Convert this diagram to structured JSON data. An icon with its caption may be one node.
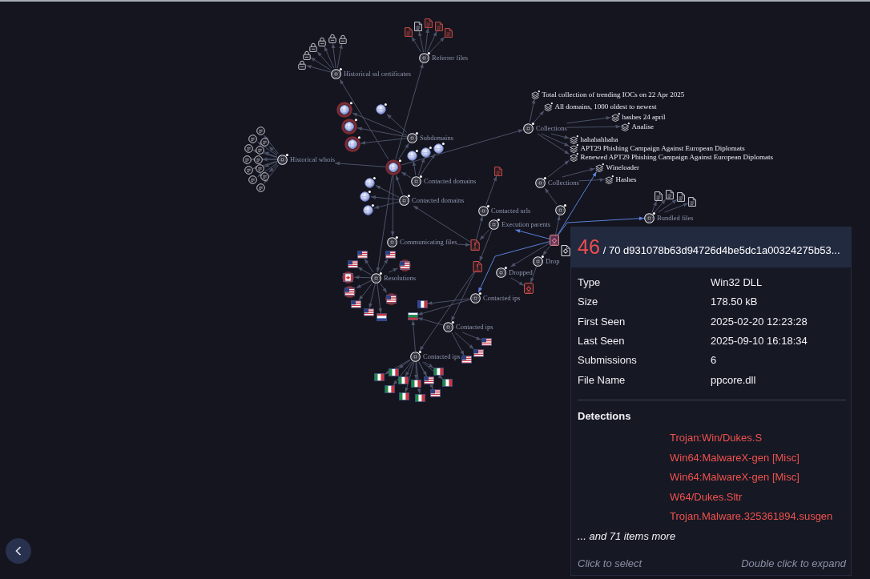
{
  "diagram": {
    "nodes": [
      {
        "text": [
          "Referrer files"
        ]
      },
      {
        "text": [],
        "shape": "picture"
      },
      {
        "text": [],
        "shape": "picture"
      },
      {
        "text": [],
        "shape": "picture"
      },
      {
        "text": [],
        "shape": "picture"
      },
      {
        "text": [],
        "shape": "picture"
      },
      {
        "text": [
          "Historical ssl certificates"
        ]
      },
      {
        "text": [],
        "shape": "picture"
      },
      {
        "text": [],
        "shape": "picture"
      },
      {
        "text": [],
        "shape": "picture"
      },
      {
        "text": [],
        "shape": "picture"
      },
      {
        "text": [],
        "shape": "picture"
      },
      {
        "text": [],
        "shape": "picture"
      },
      {
        "text": [
          "Subdomains"
        ]
      },
      {
        "text": [],
        "shape": "picture"
      },
      {
        "text": [],
        "shape": "picture"
      },
      {
        "text": [],
        "shape": "picture"
      },
      {
        "text": [],
        "shape": "picture"
      },
      {
        "text": [
          "Historical whois"
        ]
      },
      {
        "text": [],
        "shape": "picture"
      },
      {
        "text": [],
        "shape": "picture"
      },
      {
        "text": [],
        "shape": "picture"
      },
      {
        "text": [],
        "shape": "picture"
      },
      {
        "text": [],
        "shape": "picture"
      },
      {
        "text": [],
        "shape": "picture"
      },
      {
        "text": [],
        "shape": "picture"
      },
      {
        "text": [],
        "shape": "picture"
      },
      {
        "text": [],
        "shape": "picture"
      },
      {
        "text": [],
        "shape": "picture"
      },
      {
        "text": [],
        "shape": "picture"
      },
      {
        "text": [],
        "shape": "picture"
      },
      {
        "text": [],
        "shape": "picture"
      },
      {
        "text": [
          "Contacted domains"
        ]
      },
      {
        "text": [],
        "shape": "picture"
      },
      {
        "text": [],
        "shape": "picture"
      },
      {
        "text": [],
        "shape": "picture"
      },
      {
        "text": [
          "Contacted domains"
        ]
      },
      {
        "text": [],
        "shape": "picture"
      },
      {
        "text": [],
        "shape": "picture"
      },
      {
        "text": [],
        "shape": "picture"
      },
      {
        "text": [
          "Contacted urls"
        ]
      },
      {
        "text": [],
        "shape": "picture"
      },
      {
        "text": [
          "Communicating files"
        ]
      },
      {
        "text": [
          "Collections"
        ]
      },
      {
        "text": [
          "Total collection of trending IOCs on 22 Apr 2025"
        ]
      },
      {
        "text": [
          "All domains, 1000 oldest to newest"
        ]
      },
      {
        "text": [
          "hashes 24 april"
        ]
      },
      {
        "text": [
          "Analise"
        ]
      },
      {
        "text": [
          "hahahahhaha"
        ]
      },
      {
        "text": [
          "APT29 Phishing Campaign Against European Diplomats"
        ]
      },
      {
        "text": [
          "Renewed APT29 Phishing Campaign Against European Diplomats"
        ]
      },
      {
        "text": [
          "Wineloader"
        ]
      },
      {
        "text": [
          "Hashes"
        ]
      },
      {
        "text": [
          "Collections"
        ]
      },
      {
        "text": [
          "Bundled files"
        ]
      },
      {
        "text": [],
        "shape": "picture"
      },
      {
        "text": [],
        "shape": "picture"
      },
      {
        "text": [],
        "shape": "picture"
      },
      {
        "text": [],
        "shape": "picture"
      },
      {
        "text": [],
        "shape": "picture"
      },
      {
        "text": [],
        "shape": "picture"
      },
      {
        "text": [
          "Execution parents"
        ]
      },
      {
        "text": [],
        "shape": "circle"
      },
      {
        "text": [],
        "shape": "picture"
      },
      {
        "text": [],
        "shape": "picture"
      },
      {
        "text": [
          "Dropped"
        ]
      },
      {
        "text": [
          "Drop"
        ]
      },
      {
        "text": [],
        "shape": "picture"
      },
      {
        "text": [
          "Resolutions"
        ]
      },
      {
        "text": [],
        "shape": "picture"
      },
      {
        "text": [],
        "shape": "picture"
      },
      {
        "text": [],
        "shape": "picture"
      },
      {
        "text": [],
        "shape": "picture"
      },
      {
        "text": [],
        "shape": "picture"
      },
      {
        "text": [],
        "shape": "picture"
      },
      {
        "text": [],
        "shape": "picture"
      },
      {
        "text": [],
        "shape": "picture"
      },
      {
        "text": [],
        "shape": "picture"
      },
      {
        "text": [],
        "shape": "picture"
      },
      {
        "text": [
          "Contacted ips"
        ]
      },
      {
        "text": [],
        "shape": "picture"
      },
      {
        "text": [],
        "shape": "picture"
      },
      {
        "text": [
          "Contacted ips"
        ]
      },
      {
        "text": [],
        "shape": "picture"
      },
      {
        "text": [],
        "shape": "picture"
      },
      {
        "text": [],
        "shape": "picture"
      },
      {
        "text": [
          "Contacted ips"
        ]
      },
      {
        "text": [],
        "shape": "picture"
      },
      {
        "text": [],
        "shape": "picture"
      },
      {
        "text": [],
        "shape": "picture"
      },
      {
        "text": [],
        "shape": "picture"
      },
      {
        "text": [],
        "shape": "picture"
      },
      {
        "text": [],
        "shape": "picture"
      },
      {
        "text": [],
        "shape": "picture"
      },
      {
        "text": [],
        "shape": "picture"
      },
      {
        "text": [],
        "shape": "picture"
      },
      {
        "text": [],
        "shape": "picture"
      },
      {
        "text": [],
        "shape": "picture"
      },
      {
        "text": [
          "Type",
          "Win32 DLL",
          "Size",
          "178.50 kB",
          "First Seen",
          "2025-02-20 12:23:28",
          "Last Seen",
          "2025-09-10 16:18:34",
          "Submissions",
          "6",
          "File Name",
          "ppcore.dll",
          "Detections",
          "Trojan:Win/Dukes.S",
          "Win64:MalwareX-gen [Misc]",
          "Win64:MalwareX-gen [Misc]",
          "W64/Dukes.Sltr",
          "Trojan.Malware.325361894.susgen",
          "... and 71 items more",
          "Click to select",
          "Double click to expand"
        ]
      },
      {
        "text": [
          "46",
          "/ 70 d931078b63d94726d4be5dc1a00324275b53..."
        ],
        "in": 98
      }
    ],
    "edges": [
      {
        "from": 0,
        "to": 1,
        "arrow": "to"
      },
      {
        "from": 0,
        "to": 2,
        "arrow": "to"
      },
      {
        "from": 0,
        "to": 3,
        "arrow": "to"
      },
      {
        "from": 0,
        "to": 4,
        "arrow": "to"
      },
      {
        "from": 0,
        "to": 5,
        "arrow": "to"
      },
      {
        "from": 6,
        "to": 7,
        "arrow": "to"
      },
      {
        "from": 6,
        "to": 8,
        "arrow": "to"
      },
      {
        "from": 6,
        "to": 9,
        "arrow": "to"
      },
      {
        "from": 6,
        "to": 10,
        "arrow": "to"
      },
      {
        "from": 6,
        "to": 11,
        "arrow": "to"
      },
      {
        "from": 6,
        "to": 12,
        "arrow": "to"
      },
      {
        "from": 13,
        "to": 14,
        "arrow": "to"
      },
      {
        "from": 13,
        "to": 15,
        "arrow": "to"
      },
      {
        "from": 13,
        "to": 16,
        "arrow": "to"
      },
      {
        "from": 13,
        "to": 17,
        "arrow": "to"
      },
      {
        "from": 18,
        "to": 19,
        "arrow": "to"
      },
      {
        "from": 18,
        "to": 20,
        "arrow": "to"
      },
      {
        "from": 18,
        "to": 21,
        "arrow": "to"
      },
      {
        "from": 18,
        "to": 22,
        "arrow": "to"
      },
      {
        "from": 18,
        "to": 23,
        "arrow": "to"
      },
      {
        "from": 18,
        "to": 24,
        "arrow": "to"
      },
      {
        "from": 18,
        "to": 25,
        "arrow": "to"
      },
      {
        "from": 18,
        "to": 26,
        "arrow": "to"
      },
      {
        "from": 18,
        "to": 27,
        "arrow": "to"
      },
      {
        "from": 18,
        "to": 28,
        "arrow": "to"
      },
      {
        "from": 18,
        "to": 29,
        "arrow": "to"
      },
      {
        "from": 18,
        "to": 30,
        "arrow": "to"
      },
      {
        "from": 31,
        "to": 0,
        "arrow": "to"
      },
      {
        "from": 31,
        "to": 6,
        "arrow": "to"
      },
      {
        "from": 31,
        "to": 13,
        "arrow": "to"
      },
      {
        "from": 31,
        "to": 18,
        "arrow": "to"
      },
      {
        "from": 31,
        "to": 42,
        "arrow": "to"
      },
      {
        "from": 31,
        "to": 43,
        "arrow": "to"
      },
      {
        "from": 31,
        "to": 68,
        "arrow": "to"
      },
      {
        "from": 32,
        "to": 31,
        "arrow": "to"
      },
      {
        "from": 32,
        "to": 33,
        "arrow": "to"
      },
      {
        "from": 32,
        "to": 34,
        "arrow": "to"
      },
      {
        "from": 32,
        "to": 35,
        "arrow": "to"
      },
      {
        "from": 36,
        "to": 31,
        "arrow": "to"
      },
      {
        "from": 36,
        "to": 37,
        "arrow": "to"
      },
      {
        "from": 36,
        "to": 38,
        "arrow": "to"
      },
      {
        "from": 36,
        "to": 39,
        "arrow": "to"
      },
      {
        "from": 40,
        "to": 41,
        "arrow": "to"
      },
      {
        "from": 42,
        "to": 59,
        "arrow": "to"
      },
      {
        "from": 43,
        "to": 44,
        "arrow": "to"
      },
      {
        "from": 43,
        "to": 45,
        "arrow": "to"
      },
      {
        "from": 43,
        "to": 46,
        "arrow": "to"
      },
      {
        "from": 43,
        "to": 47,
        "arrow": "to"
      },
      {
        "from": 43,
        "to": 48,
        "arrow": "to"
      },
      {
        "from": 43,
        "to": 49,
        "arrow": "to"
      },
      {
        "from": 43,
        "to": 50,
        "arrow": "to"
      },
      {
        "from": 53,
        "to": 50,
        "arrow": "to"
      },
      {
        "from": 53,
        "to": 51,
        "arrow": "to"
      },
      {
        "from": 53,
        "to": 52,
        "arrow": "to"
      },
      {
        "from": 54,
        "to": 55,
        "arrow": "to"
      },
      {
        "from": 54,
        "to": 56,
        "arrow": "to"
      },
      {
        "from": 54,
        "to": 57,
        "arrow": "to"
      },
      {
        "from": 54,
        "to": 58,
        "arrow": "to"
      },
      {
        "from": 59,
        "to": 36,
        "arrow": "to"
      },
      {
        "from": 59,
        "to": 40,
        "arrow": "to"
      },
      {
        "from": 60,
        "to": 82,
        "arrow": "to"
      },
      {
        "from": 60,
        "to": 86,
        "arrow": "to"
      },
      {
        "from": 61,
        "to": 59,
        "arrow": "to"
      },
      {
        "from": 61,
        "to": 60,
        "arrow": "to"
      },
      {
        "from": 62,
        "to": 53,
        "arrow": "to"
      },
      {
        "from": 63,
        "to": 61,
        "arrow": "to",
        "color": "#5b80d8"
      },
      {
        "from": 63,
        "to": 62,
        "arrow": "to"
      },
      {
        "from": 63,
        "to": 65,
        "arrow": "to"
      },
      {
        "from": 63,
        "to": 66,
        "arrow": "to"
      },
      {
        "from": 63,
        "to": 54,
        "arrow": "to",
        "color": "#5b80d8"
      },
      {
        "from": 63,
        "to": 51,
        "arrow": "to",
        "color": "#5b80d8"
      },
      {
        "from": 63,
        "to": 79,
        "arrow": "to",
        "color": "#5b80d8"
      },
      {
        "from": 65,
        "to": 67,
        "arrow": "to"
      },
      {
        "from": 66,
        "to": 67,
        "arrow": "to"
      },
      {
        "from": 68,
        "to": 69,
        "arrow": "to"
      },
      {
        "from": 68,
        "to": 70,
        "arrow": "to"
      },
      {
        "from": 68,
        "to": 71,
        "arrow": "to"
      },
      {
        "from": 68,
        "to": 72,
        "arrow": "to"
      },
      {
        "from": 68,
        "to": 73,
        "arrow": "to"
      },
      {
        "from": 68,
        "to": 74,
        "arrow": "to"
      },
      {
        "from": 68,
        "to": 75,
        "arrow": "to"
      },
      {
        "from": 68,
        "to": 76,
        "arrow": "to"
      },
      {
        "from": 68,
        "to": 77,
        "arrow": "to"
      },
      {
        "from": 68,
        "to": 78,
        "arrow": "to"
      },
      {
        "from": 79,
        "to": 80,
        "arrow": "to"
      },
      {
        "from": 79,
        "to": 81,
        "arrow": "to"
      },
      {
        "from": 82,
        "to": 81,
        "arrow": "to"
      },
      {
        "from": 82,
        "to": 83,
        "arrow": "to"
      },
      {
        "from": 82,
        "to": 84,
        "arrow": "to"
      },
      {
        "from": 82,
        "to": 85,
        "arrow": "to"
      },
      {
        "from": 86,
        "to": 81,
        "arrow": "to"
      },
      {
        "from": 86,
        "to": 87,
        "arrow": "to"
      },
      {
        "from": 86,
        "to": 88,
        "arrow": "to"
      },
      {
        "from": 86,
        "to": 89,
        "arrow": "to"
      },
      {
        "from": 86,
        "to": 90,
        "arrow": "to"
      },
      {
        "from": 86,
        "to": 91,
        "arrow": "to"
      },
      {
        "from": 86,
        "to": 92,
        "arrow": "to"
      },
      {
        "from": 86,
        "to": 93,
        "arrow": "to"
      },
      {
        "from": 86,
        "to": 94,
        "arrow": "to"
      },
      {
        "from": 86,
        "to": 95,
        "arrow": "to"
      },
      {
        "from": 86,
        "to": 96,
        "arrow": "to"
      },
      {
        "from": 86,
        "to": 97,
        "arrow": "to"
      }
    ]
  }
}
